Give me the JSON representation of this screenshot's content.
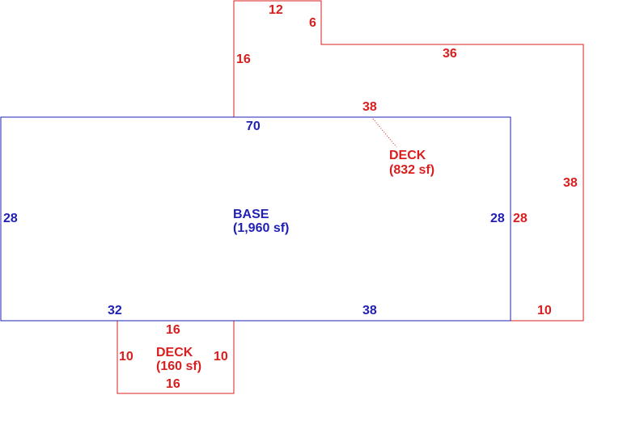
{
  "colors": {
    "deck": "#d81e1e",
    "base": "#1f1fb4"
  },
  "base": {
    "name": "BASE",
    "area": "(1,960 sf)"
  },
  "deck_large": {
    "name": "DECK",
    "area": "(832 sf)"
  },
  "deck_small": {
    "name": "DECK",
    "area": "(160 sf)"
  },
  "dims": {
    "base_top": "70",
    "base_left": "28",
    "base_right": "28",
    "base_bottom_left": "32",
    "base_bottom_right": "38",
    "deck_top": "12",
    "deck_notch": "6",
    "deck_left_upper": "16",
    "deck_upper_run": "36",
    "deck_inner_top": "38",
    "deck_right": "38",
    "deck_inner_right": "28",
    "deck_bottom": "10",
    "small_top": "16",
    "small_left": "10",
    "small_right": "10",
    "small_bottom": "16"
  }
}
